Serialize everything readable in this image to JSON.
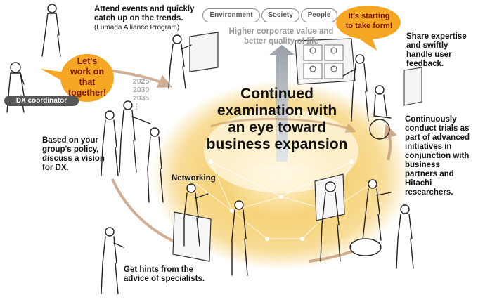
{
  "pills": [
    "Environment",
    "Society",
    "People"
  ],
  "value_text": [
    "Higher corporate value and",
    "better quality of life"
  ],
  "center_text": [
    "Continued",
    "examination with",
    "an eye toward",
    "business expansion"
  ],
  "bubbles": {
    "left": [
      "Let's",
      "work on",
      "that",
      "together!"
    ],
    "right": [
      "It's starting",
      "to take form!"
    ]
  },
  "dx_label": "DX coordinator",
  "years": [
    "2025",
    "2030",
    "2035",
    "⋮"
  ],
  "networking_label": "Networking",
  "captions": {
    "events": [
      "Attend events and quickly",
      "catch up on the trends."
    ],
    "events_note": "(Lumada Alliance Program)",
    "expertise": [
      "Share expertise",
      "and swiftly",
      "handle user",
      "feedback."
    ],
    "policy": [
      "Based on your",
      "group's policy,",
      "discuss a vision",
      "for DX."
    ],
    "trials": [
      "Continuously",
      "conduct trials as",
      "part of advanced",
      "initiatives in",
      "conjunction with",
      "business",
      "partners and",
      "Hitachi",
      "researchers."
    ],
    "hints": [
      "Get hints from the",
      "advice of specialists."
    ]
  },
  "colors": {
    "bubble": "#f5a623",
    "glow": "#f3c34a",
    "arrow": "#b07a50",
    "up_arrow": "#c9cdd3"
  }
}
